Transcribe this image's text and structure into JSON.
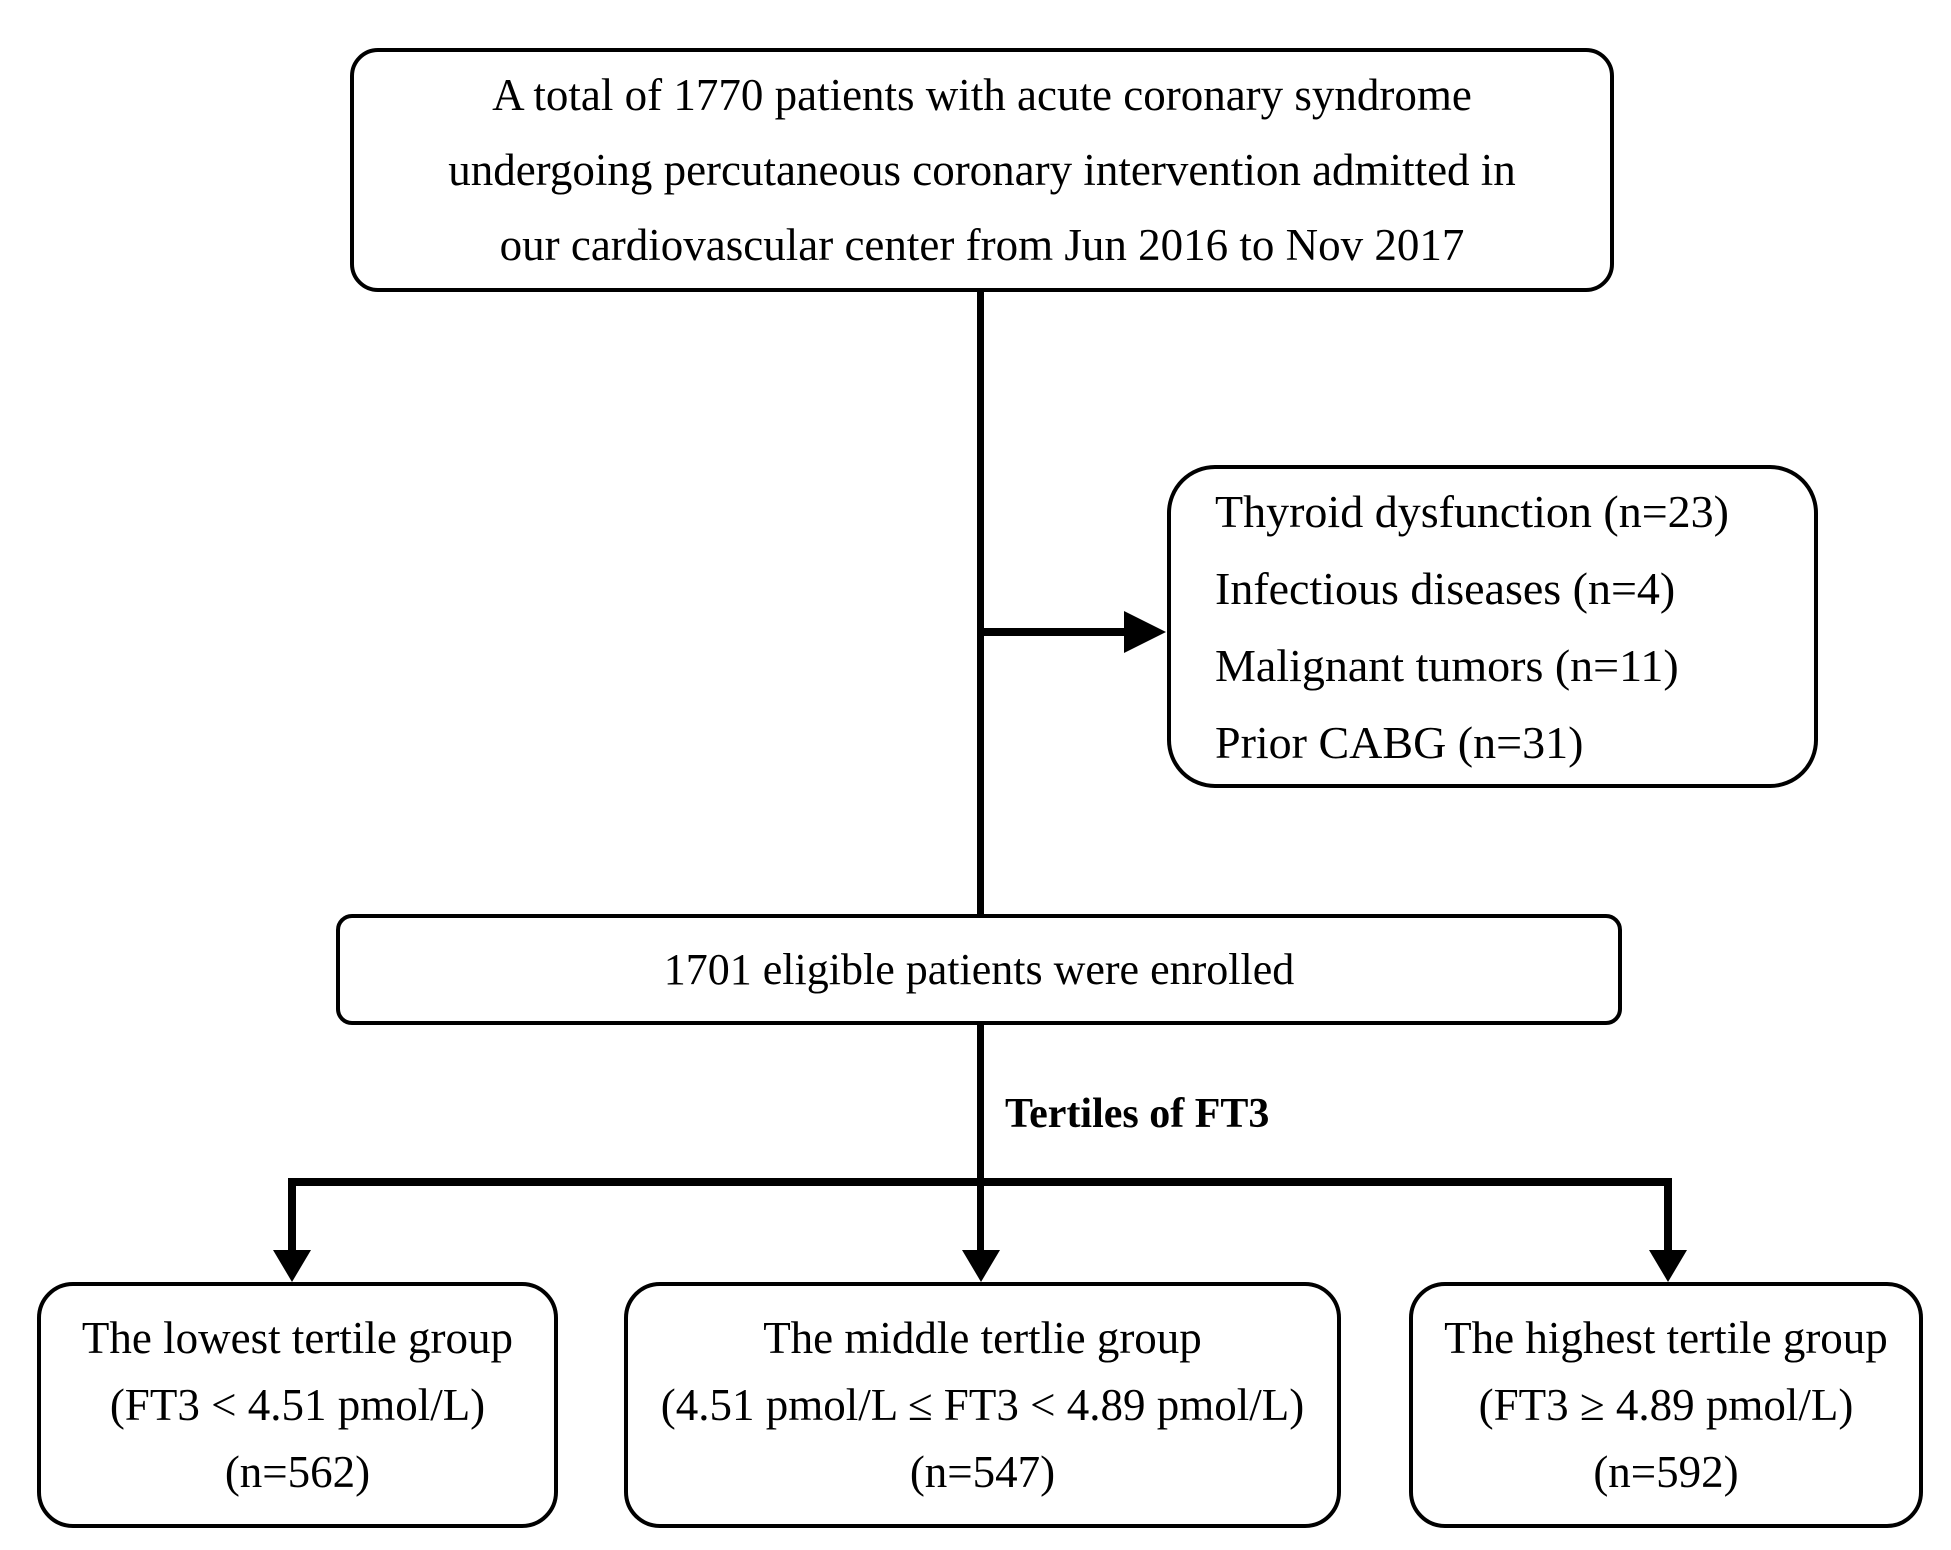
{
  "top_box": {
    "lines": [
      "A total of 1770 patients with acute coronary syndrome",
      "undergoing percutaneous coronary intervention admitted in",
      "our cardiovascular center from Jun 2016 to Nov 2017"
    ]
  },
  "exclusion_box": {
    "lines": [
      "Thyroid dysfunction (n=23)",
      "Infectious diseases (n=4)",
      "Malignant tumors (n=11)",
      "Prior CABG (n=31)"
    ]
  },
  "enrolled_box": {
    "text": "1701 eligible patients were enrolled"
  },
  "branch_label": "Tertiles of FT3",
  "tertiles": [
    {
      "lines": [
        "The lowest tertile group",
        "(FT3 < 4.51 pmol/L)",
        "(n=562)"
      ]
    },
    {
      "lines": [
        "The middle tertlie group",
        "(4.51 pmol/L ≤ FT3 < 4.89 pmol/L)",
        "(n=547)"
      ]
    },
    {
      "lines": [
        "The highest tertile group",
        "(FT3 ≥ 4.89 pmol/L)",
        "(n=592)"
      ]
    }
  ],
  "colors": {
    "background": "#ffffff",
    "border": "#000000",
    "text": "#000000",
    "line": "#000000"
  }
}
